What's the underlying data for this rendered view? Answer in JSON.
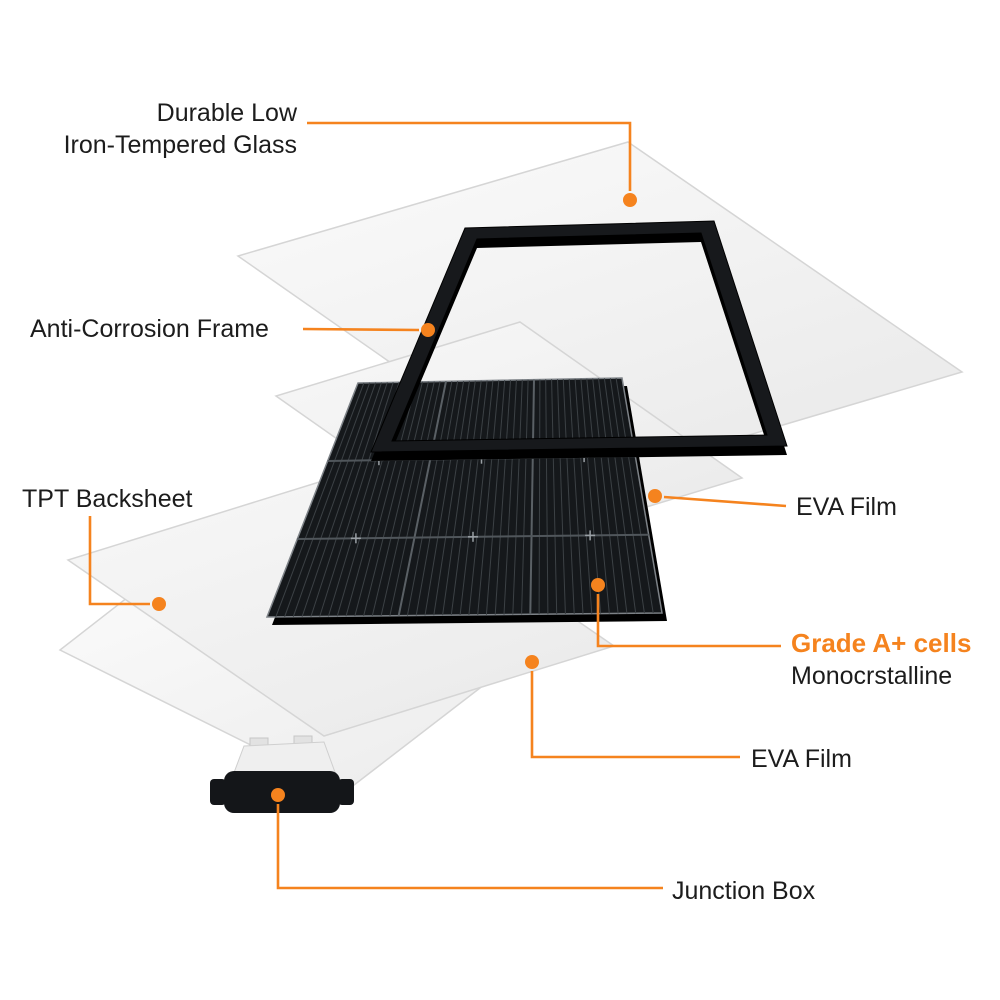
{
  "colors": {
    "accent": "#F5831E",
    "panel": "#15181B",
    "sheet": "#F4F4F4"
  },
  "callouts": {
    "glass": {
      "label_line1": "Durable Low",
      "label_line2": "Iron-Tempered Glass"
    },
    "frame": {
      "label": "Anti-Corrosion Frame"
    },
    "tpt_backsheet": {
      "label": "TPT Backsheet"
    },
    "eva_film_top": {
      "label": "EVA Film"
    },
    "solar_cells": {
      "label_primary": "Grade A+ cells",
      "label_secondary": "Monocrstalline"
    },
    "eva_film_bottom": {
      "label": "EVA Film"
    },
    "junction_box": {
      "label": "Junction Box"
    }
  }
}
